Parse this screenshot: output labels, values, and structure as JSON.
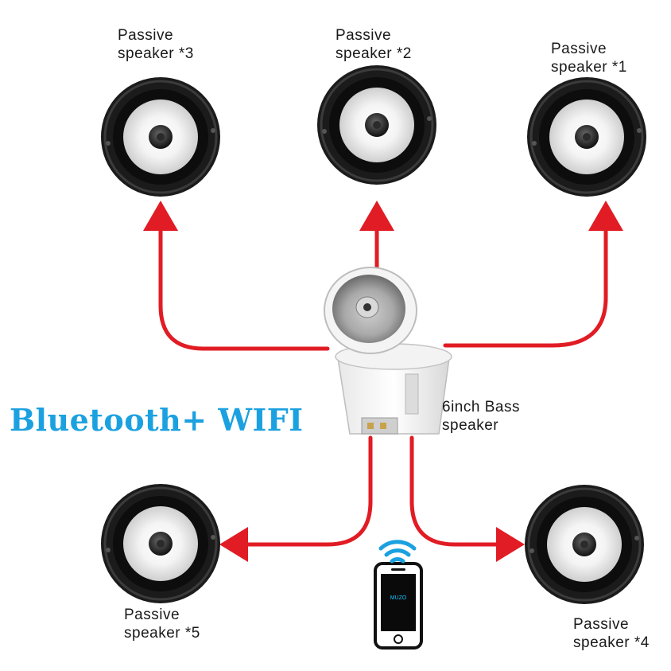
{
  "title": "Bluetooth+ WIFI",
  "colors": {
    "arrow": "#e11c24",
    "title": "#1ba1e0",
    "wifi": "#1ba1e0",
    "phone_screen_text": "#19c3ff"
  },
  "hub": {
    "name_line1": "6inch Bass",
    "name_line2": "speaker"
  },
  "speakers": [
    {
      "id": "3",
      "line1": "Passive",
      "line2": "speaker *3"
    },
    {
      "id": "2",
      "line1": "Passive",
      "line2": "speaker *2"
    },
    {
      "id": "1",
      "line1": "Passive",
      "line2": "speaker *1"
    },
    {
      "id": "5",
      "line1": "Passive",
      "line2": "speaker *5"
    },
    {
      "id": "4",
      "line1": "Passive",
      "line2": "speaker *4"
    }
  ],
  "phone": {
    "screen_text": "MUZO",
    "icon": "smartphone-icon",
    "signal_icon": "wifi-icon"
  }
}
